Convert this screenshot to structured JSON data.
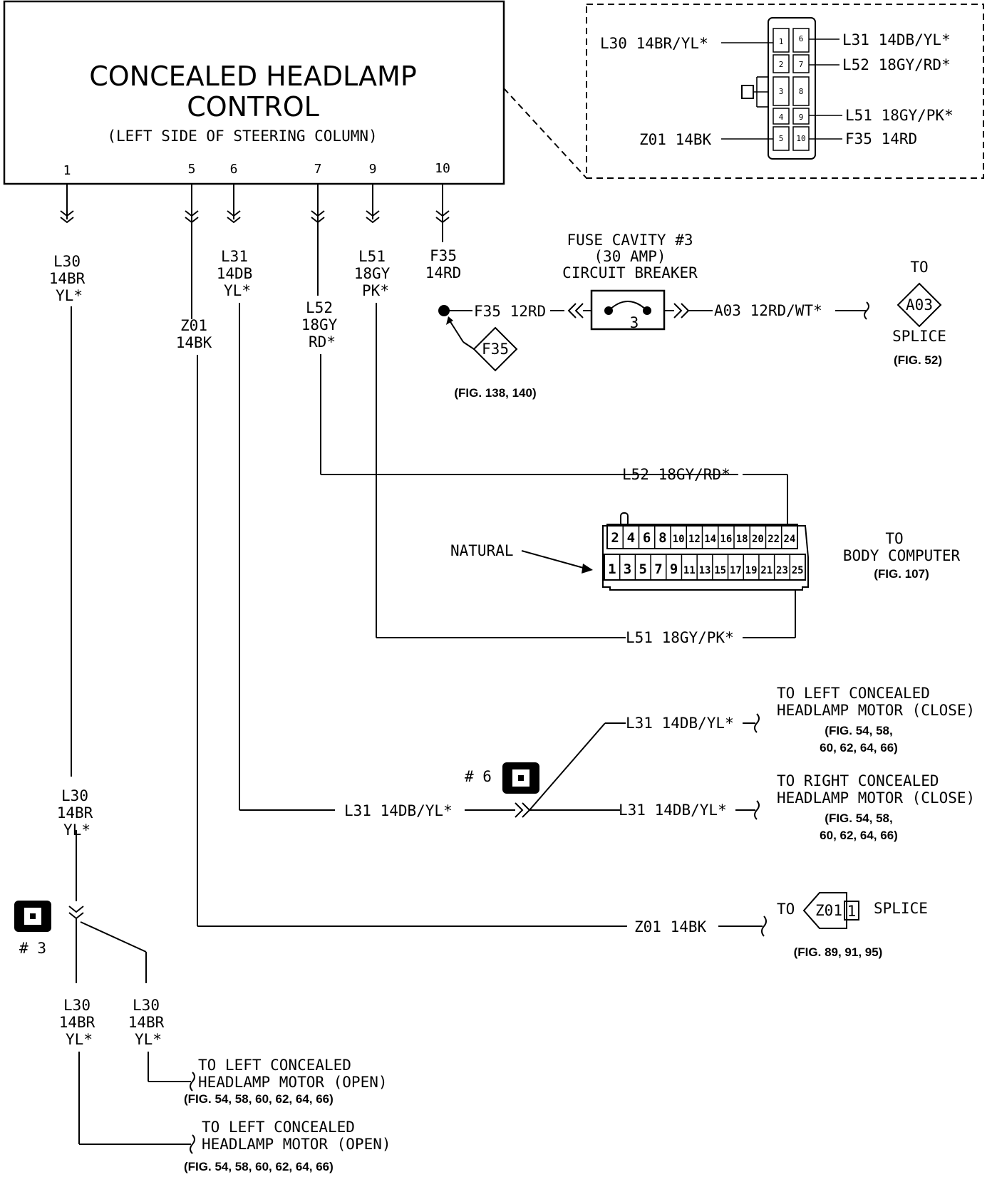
{
  "module": {
    "title_line1": "CONCEALED HEADLAMP",
    "title_line2": "CONTROL",
    "subtitle": "(LEFT SIDE OF STEERING COLUMN)",
    "pins": [
      "1",
      "5",
      "6",
      "7",
      "9",
      "10"
    ]
  },
  "wires": {
    "l30_top": [
      "L30",
      "14BR",
      "YL*"
    ],
    "z01_top": [
      "Z01",
      "14BK"
    ],
    "l31_top": [
      "L31",
      "14DB",
      "YL*"
    ],
    "l52_top": [
      "L52",
      "18GY",
      "RD*"
    ],
    "l51_top": [
      "L51",
      "18GY",
      "PK*"
    ],
    "f35_top": [
      "F35",
      "14RD"
    ],
    "l30_mid": [
      "L30",
      "14BR",
      "YL*"
    ],
    "l30_left": [
      "L30",
      "14BR",
      "YL*"
    ],
    "l30_right": [
      "L30",
      "14BR",
      "YL*"
    ]
  },
  "connector_view": {
    "left_labels": [
      "L30 14BR/YL*",
      "Z01 14BK"
    ],
    "right_labels": [
      "L31 14DB/YL*",
      "L52 18GY/RD*",
      "L51 18GY/PK*",
      "F35 14RD"
    ],
    "pins": [
      "1",
      "2",
      "3",
      "4",
      "5",
      "6",
      "7",
      "8",
      "9",
      "10"
    ]
  },
  "fuse": {
    "line1": "FUSE CAVITY #3",
    "line2": "(30 AMP)",
    "line3": "CIRCUIT BREAKER",
    "number": "3",
    "in_wire": "F35 12RD",
    "out_wire": "A03 12RD/WT*"
  },
  "f35_splice": {
    "tag": "F35",
    "fig": "(FIG. 138, 140)"
  },
  "a03_splice": {
    "to": "TO",
    "tag": "A03",
    "word": "SPLICE",
    "fig": "(FIG. 52)"
  },
  "body_computer": {
    "to": "TO",
    "name": "BODY COMPUTER",
    "fig": "(FIG. 107)",
    "natural": "NATURAL",
    "top_pins": [
      "2",
      "4",
      "6",
      "8",
      "10",
      "12",
      "14",
      "16",
      "18",
      "20",
      "22",
      "24"
    ],
    "bottom_pins": [
      "1",
      "3",
      "5",
      "7",
      "9",
      "11",
      "13",
      "15",
      "17",
      "19",
      "21",
      "23",
      "25"
    ],
    "l52": "L52 18GY/RD*",
    "l51": "L51 18GY/PK*"
  },
  "splice6": {
    "label": "# 6",
    "l31_in": "L31 14DB/YL*",
    "l31_up": "L31 14DB/YL*",
    "l31_right": "L31 14DB/YL*"
  },
  "splice3": {
    "label": "# 3"
  },
  "destinations": {
    "left_close_1": "TO LEFT CONCEALED",
    "left_close_2": "HEADLAMP MOTOR (CLOSE)",
    "left_close_fig1": "(FIG. 54, 58,",
    "left_close_fig2": "60, 62, 64, 66)",
    "right_close_1": "TO RIGHT CONCEALED",
    "right_close_2": "HEADLAMP MOTOR (CLOSE)",
    "right_close_fig1": "(FIG. 54, 58,",
    "right_close_fig2": "60, 62, 64, 66)",
    "z01_wire": "Z01 14BK",
    "z01_to": "TO",
    "z01_tag": "Z01",
    "z01_pin": "1",
    "z01_word": "SPLICE",
    "z01_fig": "(FIG. 89, 91, 95)",
    "left_open_a1": "TO LEFT CONCEALED",
    "left_open_a2": "HEADLAMP MOTOR (OPEN)",
    "left_open_afig": "(FIG. 54, 58, 60, 62, 64, 66)",
    "left_open_b1": "TO LEFT CONCEALED",
    "left_open_b2": "HEADLAMP MOTOR (OPEN)",
    "left_open_bfig": "(FIG. 54, 58, 60, 62, 64, 66)"
  }
}
